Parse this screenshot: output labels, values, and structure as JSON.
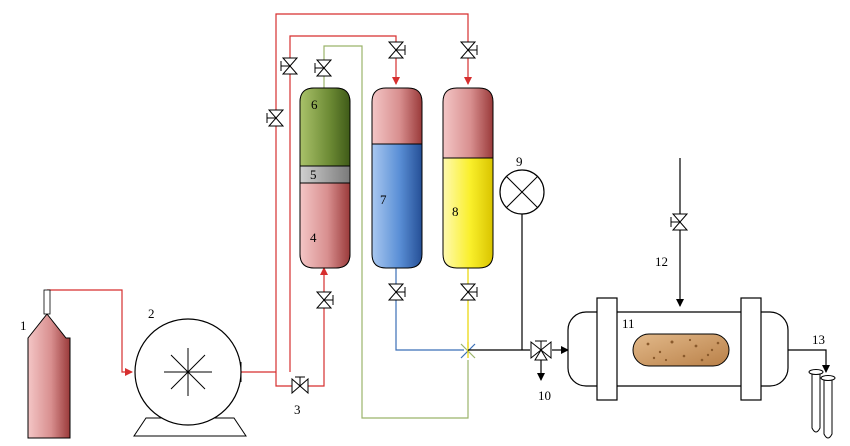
{
  "labels": {
    "n1": "1",
    "n2": "2",
    "n3": "3",
    "n4": "4",
    "n5": "5",
    "n6": "6",
    "n7": "7",
    "n8": "8",
    "n9": "9",
    "n10": "10",
    "n11": "11",
    "n12": "12",
    "n13": "13"
  },
  "colors": {
    "gas_line": "#d62f2f",
    "water_line": "#3b6fb6",
    "oil_line": "#e8d400",
    "green_line": "#9bb36b",
    "black_line": "#000000",
    "cylinder_red": "#b85a5a",
    "oil_yellow": "#f5ea1e",
    "water_blue": "#4e86d0",
    "piston_gray": "#9a9a9a",
    "green_fluid": "#5f7f2f",
    "sand": "#c8945a"
  }
}
